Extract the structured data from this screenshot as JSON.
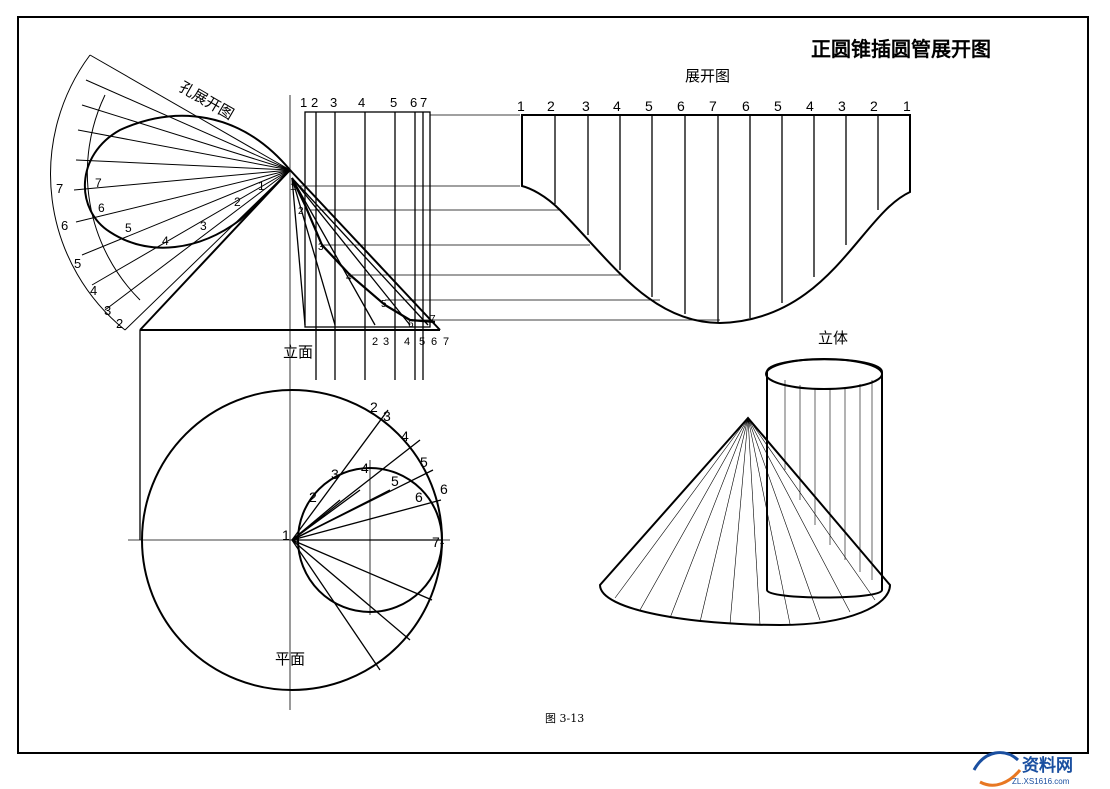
{
  "title": "正圆锥插圆管展开图",
  "labels": {
    "hole_unfold": "孔展开图",
    "unfold": "展开图",
    "elevation": "立面",
    "plan": "平面",
    "solid": "立体",
    "caption": "图 3-13"
  },
  "numbers": {
    "top_elevation": [
      "1",
      "2",
      "3",
      "4",
      "5",
      "6",
      "7"
    ],
    "unfold_top": [
      "1",
      "2",
      "3",
      "4",
      "5",
      "6",
      "7",
      "6",
      "5",
      "4",
      "3",
      "2",
      "1"
    ],
    "fan_outer": [
      "7",
      "6",
      "5",
      "4",
      "3",
      "2"
    ],
    "fan_inner": [
      "7",
      "6",
      "5",
      "4",
      "3",
      "2",
      "1"
    ],
    "slant_points": [
      "1",
      "2",
      "3",
      "4",
      "5",
      "6",
      "7"
    ],
    "bottom_elevation": [
      "2",
      "3",
      "4",
      "5",
      "6",
      "7"
    ],
    "plan_outer": [
      "2",
      "3",
      "4",
      "5",
      "6"
    ],
    "plan_inner": [
      "2",
      "3",
      "4",
      "5",
      "6"
    ],
    "plan_center": "1",
    "plan_right": "7-"
  },
  "watermark": {
    "brand": "资料网",
    "url": "ZL.XS1616.com"
  },
  "colors": {
    "ink": "#000000",
    "watermark_blue": "#1a4fa0",
    "watermark_orange": "#e87722"
  }
}
